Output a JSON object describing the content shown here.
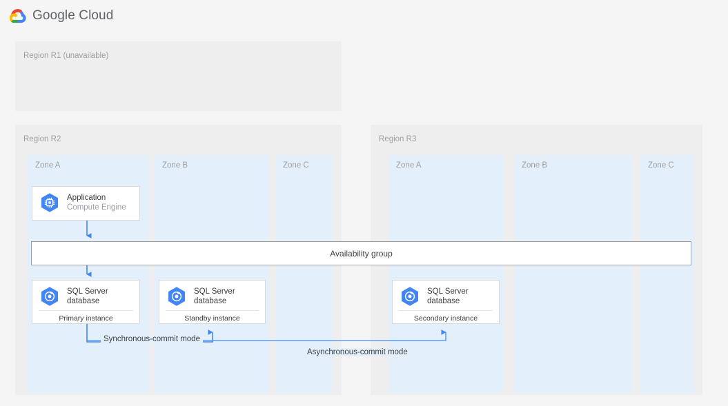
{
  "header": {
    "logo_icon": "google-cloud-logo-icon",
    "brand": "Google Cloud"
  },
  "regions": [
    {
      "id": "r1",
      "label": "Region R1 (unavailable)",
      "zones": []
    },
    {
      "id": "r2",
      "label": "Region R2",
      "zones": [
        {
          "id": "a",
          "label": "Zone A"
        },
        {
          "id": "b",
          "label": "Zone B"
        },
        {
          "id": "c",
          "label": "Zone C"
        }
      ]
    },
    {
      "id": "r3",
      "label": "Region R3",
      "zones": [
        {
          "id": "a",
          "label": "Zone A"
        },
        {
          "id": "b",
          "label": "Zone B"
        },
        {
          "id": "c",
          "label": "Zone C"
        }
      ]
    }
  ],
  "cards": {
    "application": {
      "title": "Application",
      "subtitle": "Compute Engine",
      "icon": "compute-engine-icon"
    },
    "primary": {
      "title": "SQL Server",
      "title2": "database",
      "footer": "Primary instance",
      "icon": "sql-server-database-icon"
    },
    "standby": {
      "title": "SQL Server",
      "title2": "database",
      "footer": "Standby instance",
      "icon": "sql-server-database-icon"
    },
    "secondary": {
      "title": "SQL Server",
      "title2": "database",
      "footer": "Secondary instance",
      "icon": "sql-server-database-icon"
    }
  },
  "availability_group": {
    "label": "Availability group"
  },
  "connectors": {
    "sync_label": "Synchronous-commit mode",
    "async_label": "Asynchronous-commit mode"
  },
  "colors": {
    "page_background": "#f5f5f5",
    "region_panel": "#eeeeee",
    "zone_panel": "#e3effb",
    "card_background": "#ffffff",
    "accent_blue": "#4285f4",
    "connector_blue": "#4285f4",
    "muted_text": "#9e9e9e",
    "body_text": "#3c4043",
    "logo_red": "#ea4335",
    "logo_yellow": "#fbbc04",
    "logo_green": "#34a853",
    "logo_blue": "#4285f4"
  }
}
